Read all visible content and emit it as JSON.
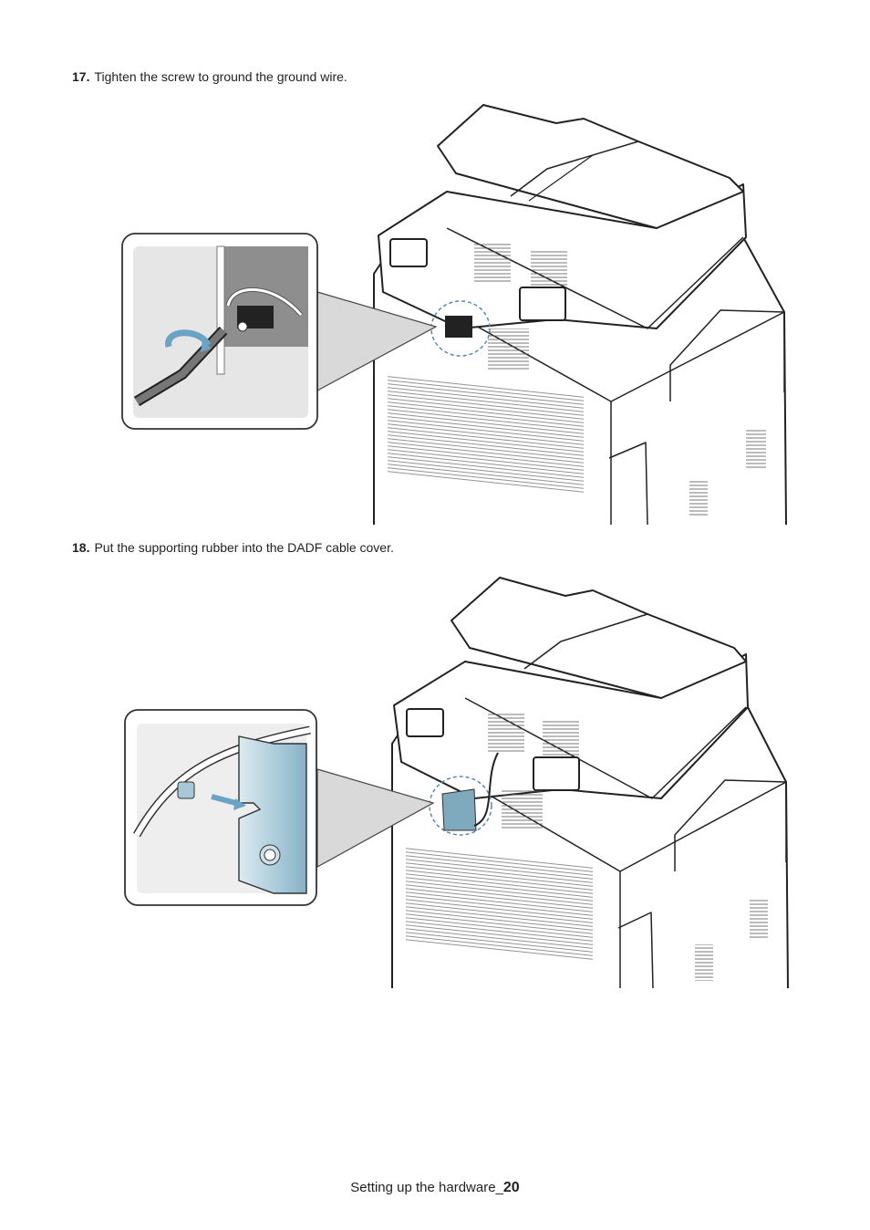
{
  "steps": [
    {
      "number": "17.",
      "text": "Tighten the screw to ground the ground wire."
    },
    {
      "number": "18.",
      "text": "Put the supporting rubber into the DADF cable cover."
    }
  ],
  "footer": {
    "section": "Setting up the hardware_",
    "page": "20"
  }
}
